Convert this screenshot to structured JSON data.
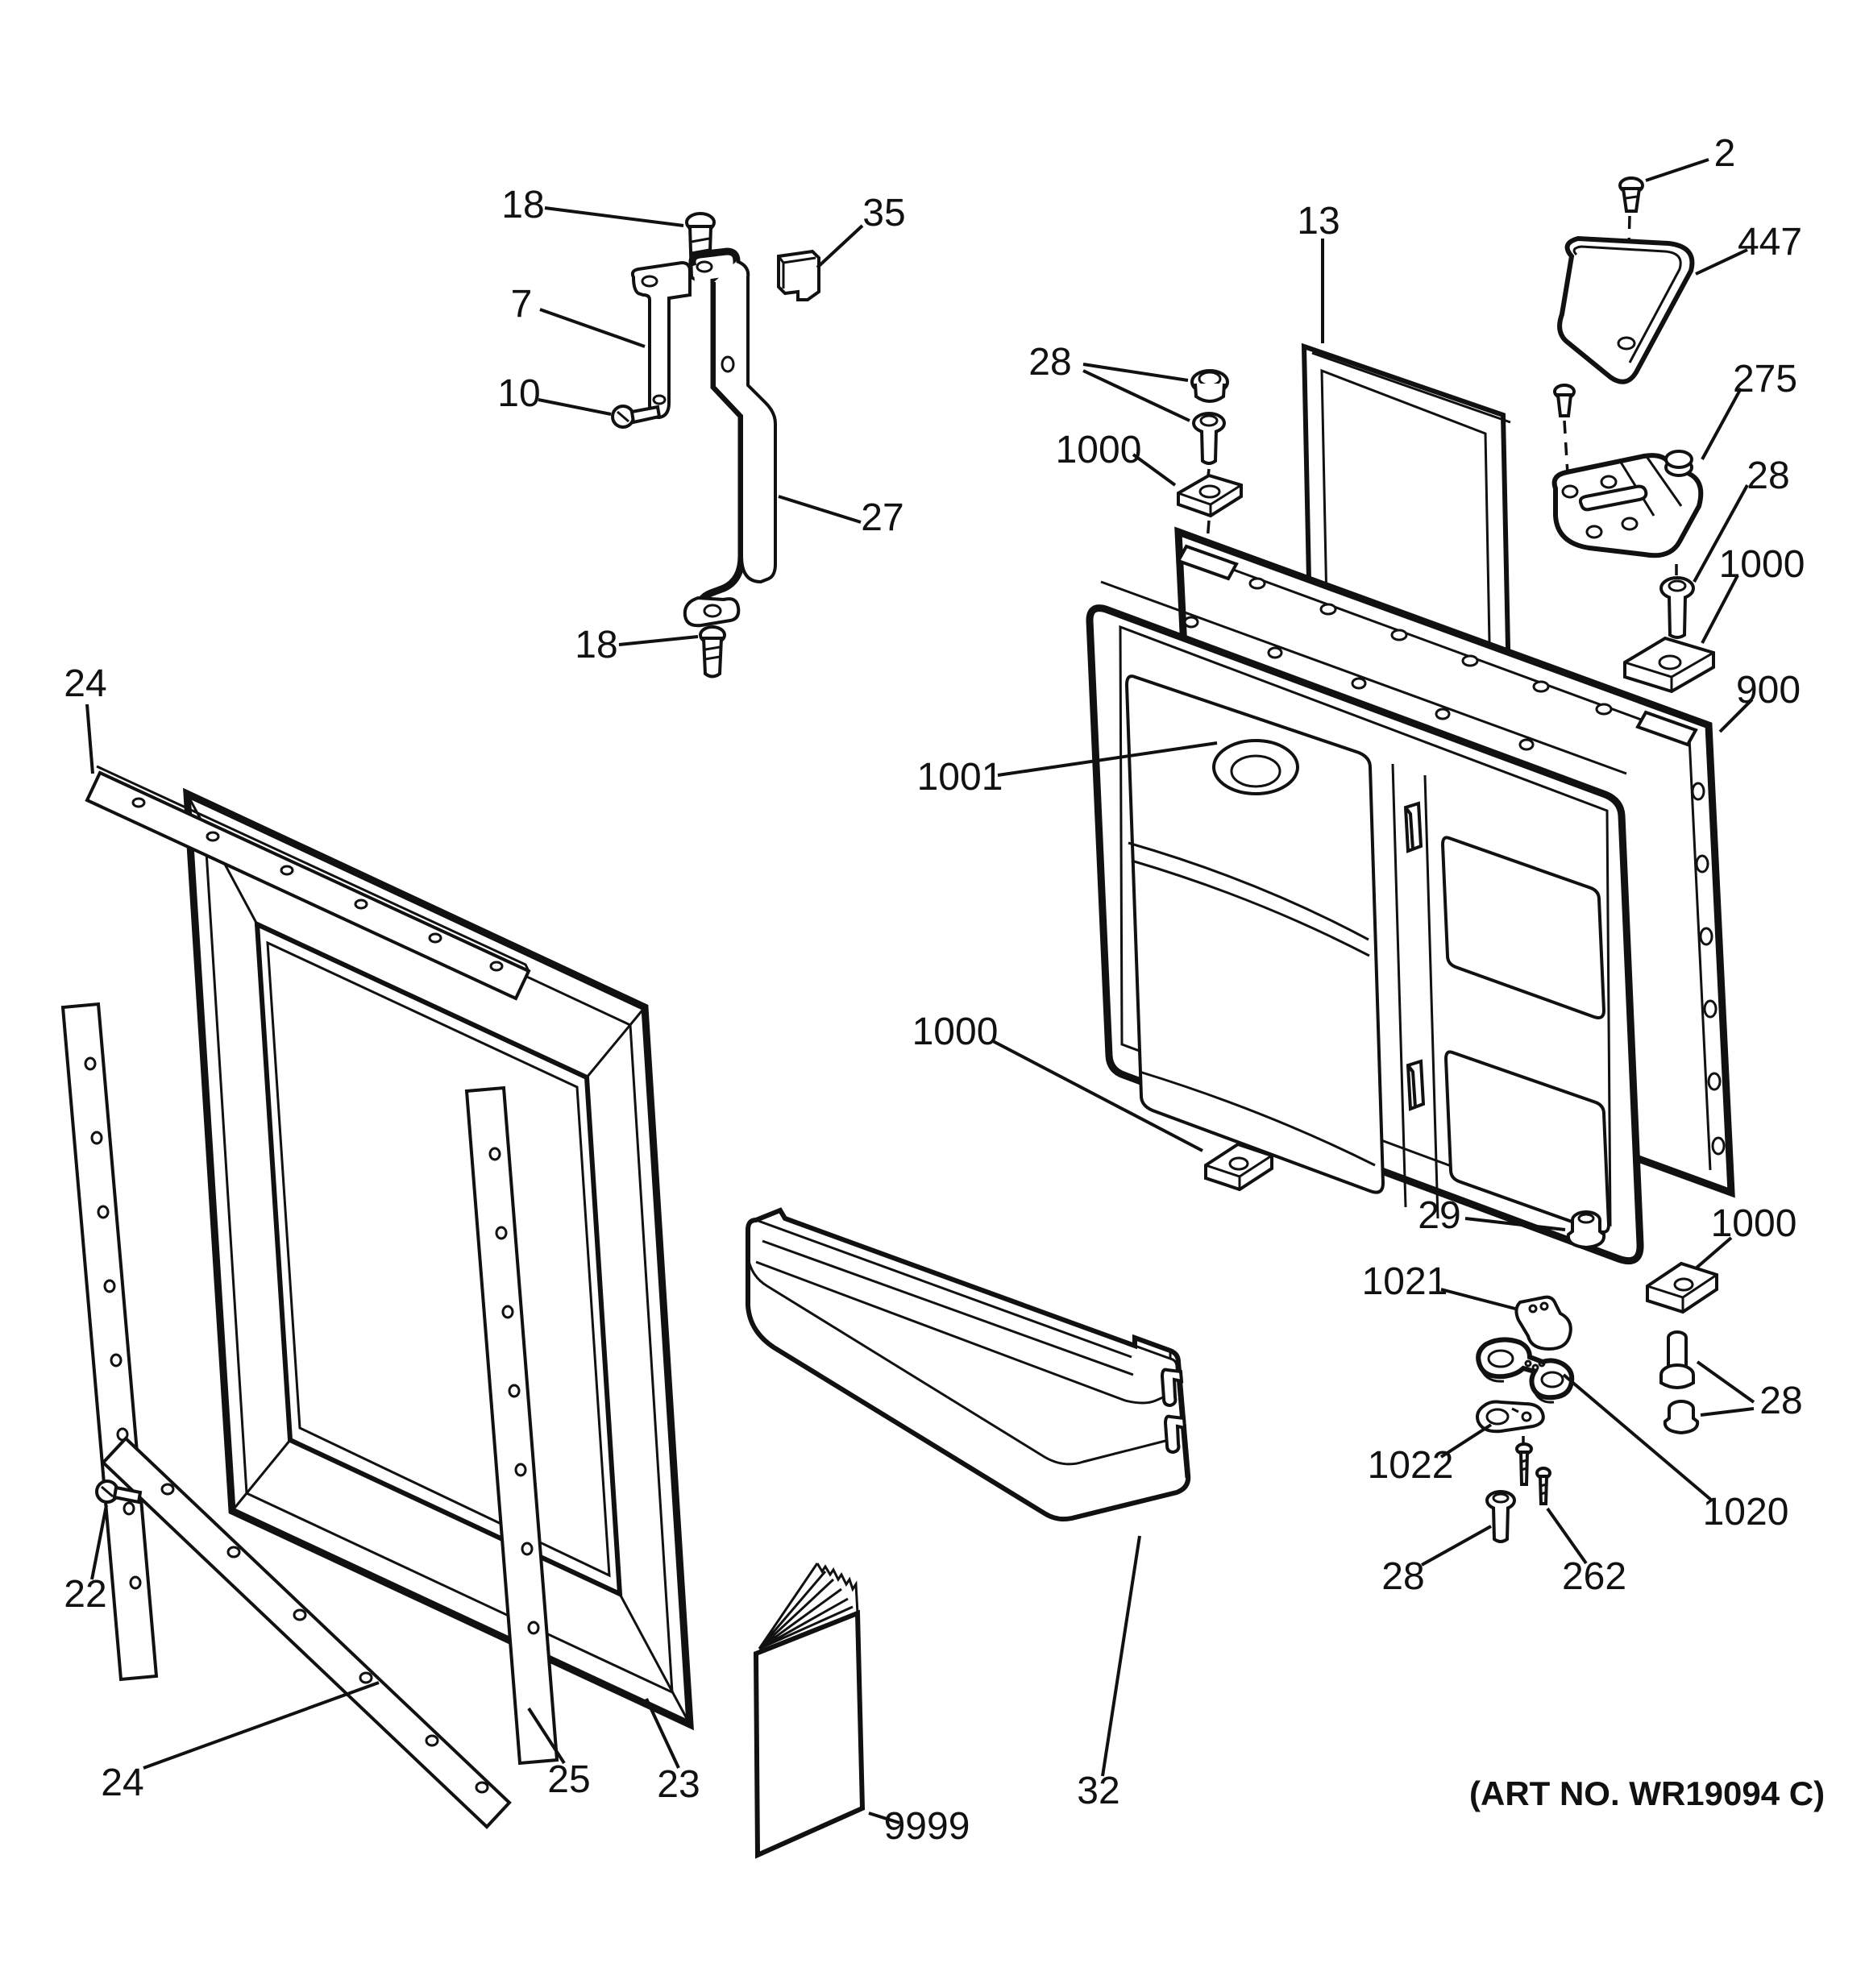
{
  "page": {
    "art_no": "(ART NO. WR19094 C)"
  },
  "callouts": [
    {
      "part": "handle-screw-top",
      "label": "18"
    },
    {
      "part": "handle-end-cap",
      "label": "35"
    },
    {
      "part": "handle-bracket-short",
      "label": "7"
    },
    {
      "part": "bracket-screw",
      "label": "10"
    },
    {
      "part": "door-handle",
      "label": "27"
    },
    {
      "part": "handle-screw-bottom",
      "label": "18"
    },
    {
      "part": "retainer-strip-top",
      "label": "24"
    },
    {
      "part": "hinge-cover-screw",
      "label": "2"
    },
    {
      "part": "hinge-cover",
      "label": "447"
    },
    {
      "part": "freezer-door-gasket-panel",
      "label": "13"
    },
    {
      "part": "door-cap-and-bolt",
      "label": "28"
    },
    {
      "part": "door-spacer-top-left",
      "label": "1000"
    },
    {
      "part": "top-hinge-bracket",
      "label": "275"
    },
    {
      "part": "hinge-bolt-right",
      "label": "28"
    },
    {
      "part": "door-spacer-top-right",
      "label": "1000"
    },
    {
      "part": "freezer-door",
      "label": "900"
    },
    {
      "part": "door-recess",
      "label": "1001"
    },
    {
      "part": "door-spacer-bottom",
      "label": "1000"
    },
    {
      "part": "bottom-hinge-grommet",
      "label": "29"
    },
    {
      "part": "hinge-spacer-block",
      "label": "1000"
    },
    {
      "part": "hinge-cam",
      "label": "1021"
    },
    {
      "part": "hinge-shoulder-bolt-and-cap",
      "label": "28"
    },
    {
      "part": "hinge-washer-plate",
      "label": "1022"
    },
    {
      "part": "bottom-hinge-assembly",
      "label": "1020"
    },
    {
      "part": "hinge-bolt-bottom",
      "label": "28"
    },
    {
      "part": "hinge-screw",
      "label": "262"
    },
    {
      "part": "retainer-screw",
      "label": "22"
    },
    {
      "part": "retainer-strip-bottom",
      "label": "24"
    },
    {
      "part": "retainer-strip-side",
      "label": "25"
    },
    {
      "part": "fresh-food-door-gasket",
      "label": "23"
    },
    {
      "part": "owners-manual",
      "label": "9999"
    },
    {
      "part": "door-shelf",
      "label": "32"
    }
  ]
}
